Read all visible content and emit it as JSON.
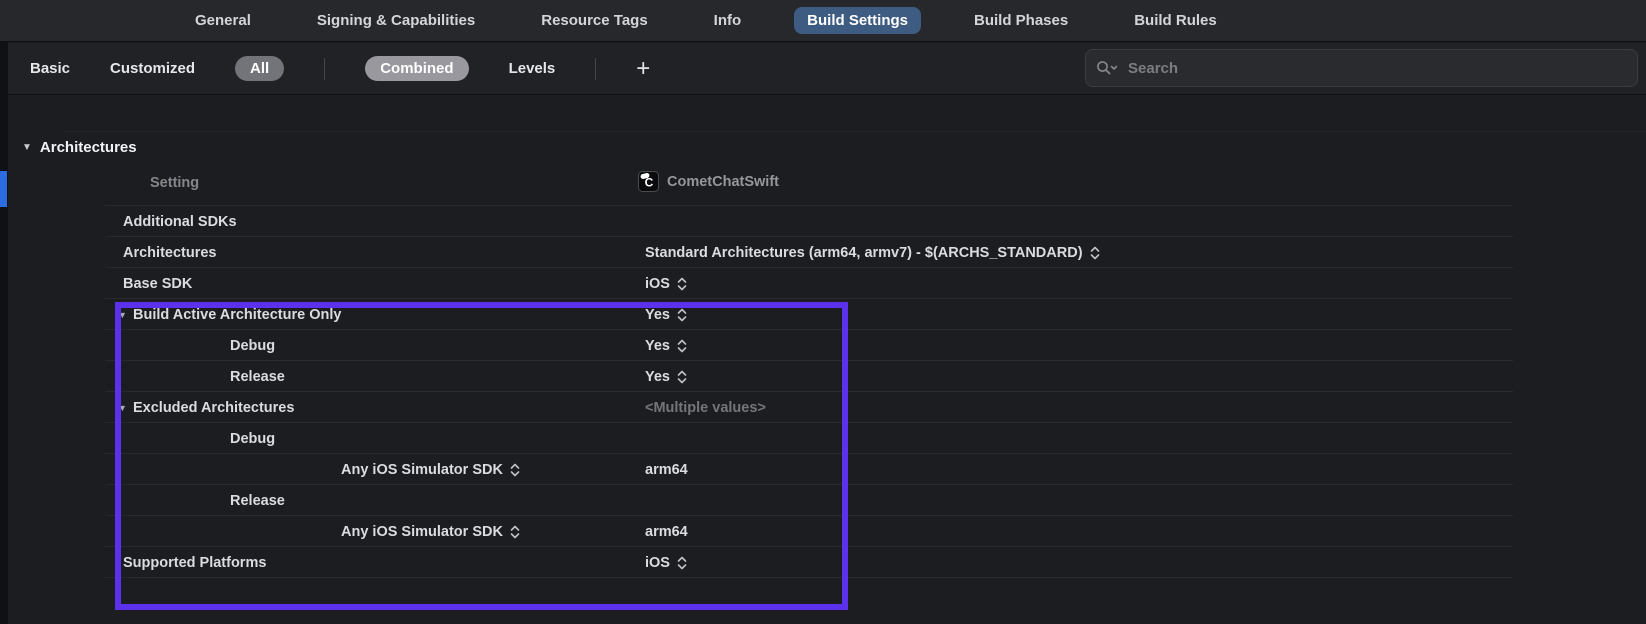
{
  "tab_bar": {
    "tabs": [
      {
        "label": "General",
        "selected": false
      },
      {
        "label": "Signing & Capabilities",
        "selected": false
      },
      {
        "label": "Resource Tags",
        "selected": false
      },
      {
        "label": "Info",
        "selected": false
      },
      {
        "label": "Build Settings",
        "selected": true
      },
      {
        "label": "Build Phases",
        "selected": false
      },
      {
        "label": "Build Rules",
        "selected": false
      }
    ]
  },
  "filter_bar": {
    "basic_label": "Basic",
    "customized_label": "Customized",
    "all_label": "All",
    "combined_label": "Combined",
    "levels_label": "Levels",
    "add_button_label": "+",
    "search": {
      "placeholder": "Search",
      "icon": "magnifier-with-chevron-icon"
    }
  },
  "section_header": {
    "title": "Architectures",
    "disclosure": "▼"
  },
  "settings_table": {
    "setting_column_header": "Setting",
    "target_column_header": "CometChatSwift",
    "target_icon": "cometchat-app-icon",
    "rows": [
      {
        "label": "Additional SDKs",
        "indent": 0,
        "value": ""
      },
      {
        "label": "Architectures",
        "indent": 0,
        "value": "Standard Architectures (arm64, armv7) - $(ARCHS_STANDARD)",
        "stepper": true
      },
      {
        "label": "Base SDK",
        "indent": 0,
        "value": "iOS",
        "stepper": true
      },
      {
        "label": "Build Active Architecture Only",
        "indent": 0,
        "disclosure": true,
        "value": "Yes",
        "stepper": true
      },
      {
        "label": "Debug",
        "indent": 1,
        "value": "Yes",
        "stepper": true
      },
      {
        "label": "Release",
        "indent": 1,
        "value": "Yes",
        "stepper": true
      },
      {
        "label": "Excluded Architectures",
        "indent": 0,
        "disclosure": true,
        "value": "<Multiple values>",
        "muted": true
      },
      {
        "label": "Debug",
        "indent": 1,
        "value": ""
      },
      {
        "label": "Any iOS Simulator SDK",
        "indent": 2,
        "label_stepper": true,
        "value": "arm64"
      },
      {
        "label": "Release",
        "indent": 1,
        "value": ""
      },
      {
        "label": "Any iOS Simulator SDK",
        "indent": 2,
        "label_stepper": true,
        "value": "arm64"
      },
      {
        "label": "Supported Platforms",
        "indent": 0,
        "value": "iOS",
        "stepper": true
      }
    ]
  },
  "colors": {
    "selected_tab_pill": "#3E5C82",
    "all_pill": "#737479",
    "combined_pill": "#98989E",
    "sidebar_accent_blue": "#2D6BE0",
    "highlight_purple": "#5C31EC"
  }
}
